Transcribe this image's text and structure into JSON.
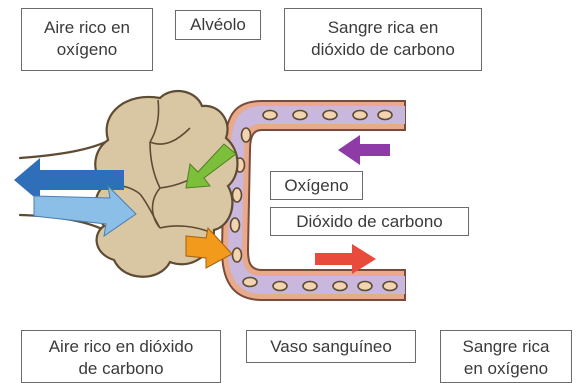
{
  "labels": {
    "air_o2": [
      "Aire rico en",
      "oxígeno"
    ],
    "alveolus": "Alvéolo",
    "blood_co2": [
      "Sangre rica en",
      "dióxido de carbono"
    ],
    "oxygen": "Oxígeno",
    "co2": "Dióxido de carbono",
    "air_co2": [
      "Aire rico en dióxido",
      "de carbono"
    ],
    "vessel": "Vaso sanguíneo",
    "blood_o2": [
      "Sangre rica",
      "en oxígeno"
    ]
  },
  "colors": {
    "alveolus_fill": "#d9c7a4",
    "alveolus_outline": "#5e4b33",
    "vessel_fill": "#c9b7dd",
    "vessel_outer": "#e9a98b",
    "blood_cell": "#f2d4b0",
    "arrow_purple": "#8e3aa7",
    "arrow_red": "#e84a3b",
    "arrow_green": "#7cbf3a",
    "arrow_orange": "#f29a1b",
    "arrow_blue_dark": "#2f6eb8",
    "arrow_blue_light": "#8cbfe8"
  }
}
